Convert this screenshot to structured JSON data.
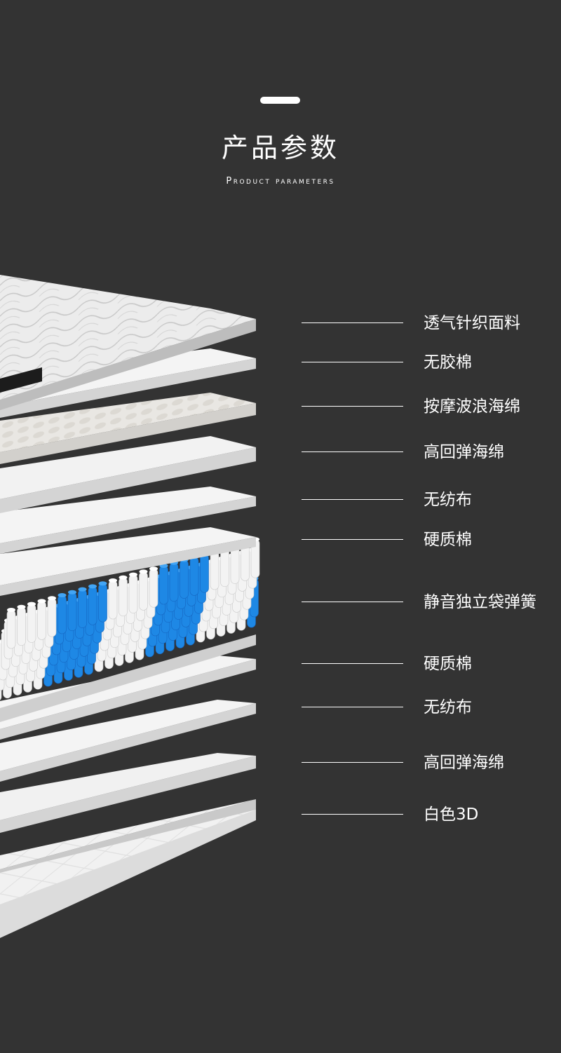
{
  "header": {
    "title": "产品参数",
    "subtitle": "Product parameters"
  },
  "colors": {
    "background": "#333333",
    "text": "#ffffff",
    "spring_blue": "#1e88e5",
    "spring_white": "#f2f2f2",
    "layer_white": "#f4f4f4"
  },
  "layers": [
    {
      "label": "透气针织面料"
    },
    {
      "label": "无胶棉"
    },
    {
      "label": "按摩波浪海绵"
    },
    {
      "label": "高回弹海绵"
    },
    {
      "label": "无纺布"
    },
    {
      "label": "硬质棉"
    },
    {
      "label": "静音独立袋弹簧"
    },
    {
      "label": "硬质棉"
    },
    {
      "label": "无纺布"
    },
    {
      "label": "高回弹海绵"
    },
    {
      "label": "白色3D"
    }
  ]
}
